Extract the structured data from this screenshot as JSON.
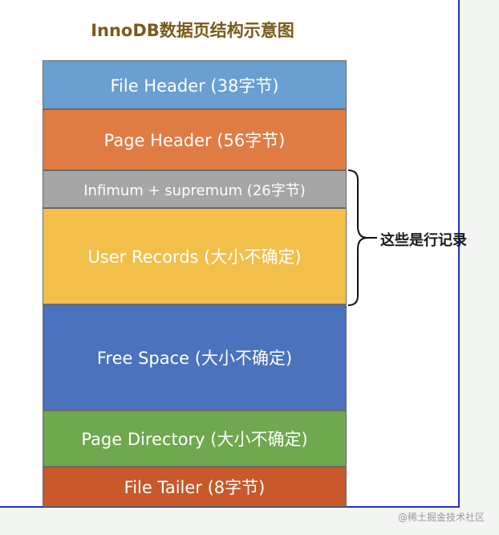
{
  "title": "InnoDB数据页结构示意图",
  "blocks": [
    {
      "label": "File Header (38字节)",
      "color": "#6a9fd2"
    },
    {
      "label": "Page Header (56字节)",
      "color": "#df7c44"
    },
    {
      "label": "Infimum + supremum (26字节)",
      "color": "#a6a6a6"
    },
    {
      "label": "User Records (大小不确定)",
      "color": "#f2c04a"
    },
    {
      "label": "Free Space (大小不确定)",
      "color": "#4a72bd"
    },
    {
      "label": "Page Directory (大小不确定)",
      "color": "#6fa84e"
    },
    {
      "label": "File Tailer (8字节)",
      "color": "#c7592a"
    }
  ],
  "annotation": "这些是行记录",
  "watermark": "@稀土掘金技术社区",
  "frame_color": "#1f2fd0"
}
